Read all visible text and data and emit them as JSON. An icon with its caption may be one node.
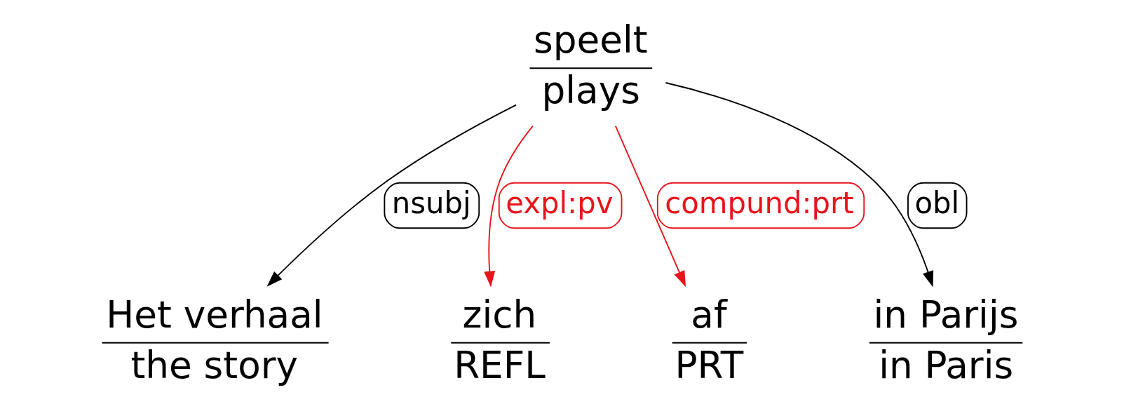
{
  "diagram": {
    "nodes": [
      {
        "text": [
          "Het verhaal",
          "the story"
        ]
      },
      {
        "text": [
          "speelt",
          "plays"
        ]
      },
      {
        "text": [
          "zich",
          "REFL"
        ]
      },
      {
        "text": [
          "af",
          "PRT"
        ]
      },
      {
        "text": [
          "in Parijs",
          "in Paris"
        ]
      }
    ],
    "edges": [
      {
        "from": 1,
        "to": 0,
        "arrow": "to",
        "label": "nsubj"
      },
      {
        "from": 1,
        "to": 2,
        "arrow": "to",
        "label": "expl:pv",
        "color": "#e8141c"
      },
      {
        "from": 1,
        "to": 3,
        "arrow": "to",
        "label": "compund:prt",
        "color": "#e8141c"
      },
      {
        "from": 1,
        "to": 4,
        "arrow": "to",
        "label": "obl"
      }
    ]
  }
}
